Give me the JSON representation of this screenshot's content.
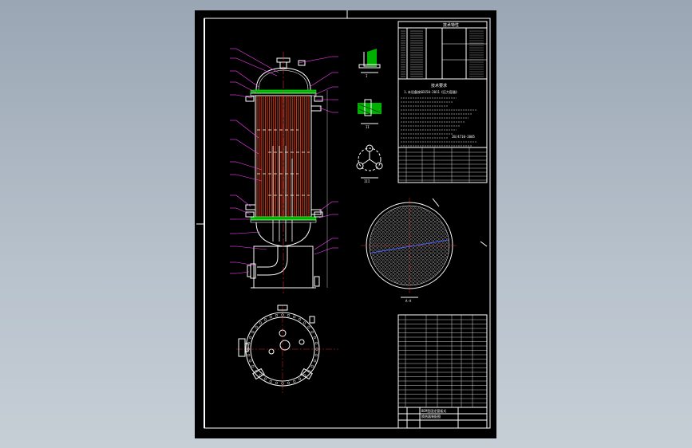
{
  "colors": {
    "background_top": "#9aa6b4",
    "background_bottom": "#c6ced6",
    "sheet": "#000000",
    "frame_line": "#ffffff",
    "leader_line": "#ff40ff",
    "tube": "#c83a1a",
    "flange": "#00d000",
    "centerline": "#ff3030",
    "section_line": "#4060ff"
  },
  "drawing": {
    "tech_table_title": "技术特性",
    "requirements_title": "技术要求",
    "requirement_first_line": "1.本设备按GB150-2011《压力容器》",
    "requirement_partial_line": "JB/4710-2005",
    "title_block_name_line1": "BEM型固定管板式",
    "title_block_name_line2": "换热器装配图"
  }
}
